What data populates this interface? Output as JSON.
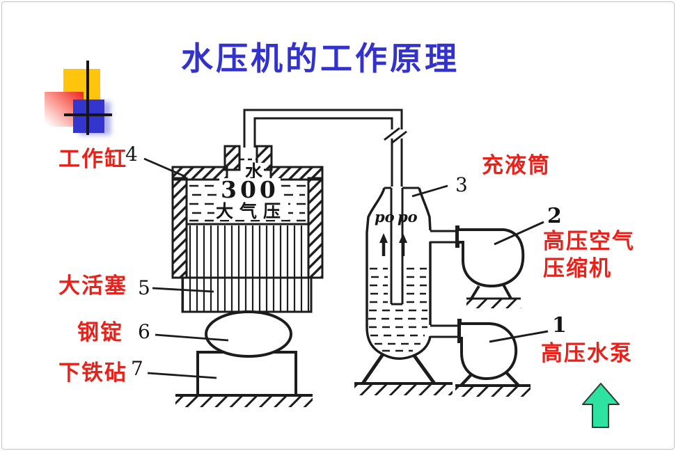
{
  "slide": {
    "title": "水压机的工作原理"
  },
  "labels": {
    "working_cylinder": {
      "text": "工作缸",
      "num": "4"
    },
    "filling_tank": {
      "text": "充液筒",
      "num": "3"
    },
    "air_compressor": {
      "line1": "高压空气",
      "line2": "压缩机",
      "num": "2"
    },
    "large_piston": {
      "text": "大活塞",
      "num": "5"
    },
    "steel_ingot": {
      "text": "钢锭",
      "num": "6"
    },
    "lower_anvil": {
      "text": "下铁砧",
      "num": "7"
    },
    "water_pump": {
      "text": "高压水泵",
      "num": "1"
    }
  },
  "diagram_text": {
    "water": "水",
    "pressure_value": "300",
    "pressure_unit": "大气压",
    "po_left": "po",
    "po_right": "po"
  },
  "colors": {
    "title_blue": "#3333cc",
    "label_red": "#e8221a",
    "arrow_green": "#2ee3a2",
    "ink_black": "#1c1c1c",
    "deco_yellow": "#ffc40d",
    "deco_blue": "#3435cf"
  }
}
